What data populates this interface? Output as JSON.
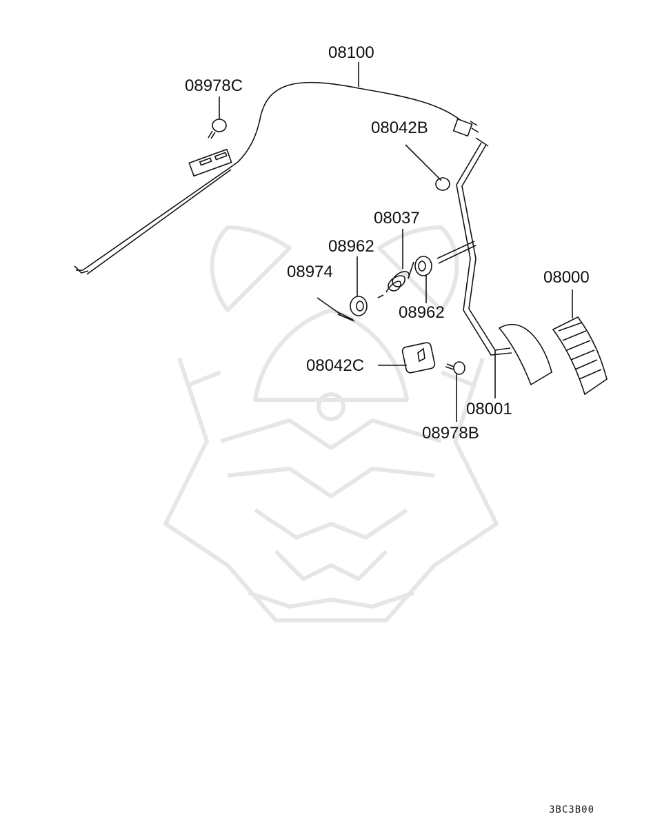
{
  "labels": {
    "cable": "08100",
    "clip_top": "08978C",
    "bushing_top": "08042B",
    "spring": "08037",
    "bushing_left": "08962",
    "bushing_right": "08962",
    "pin": "08974",
    "pad": "08000",
    "stopper": "08042C",
    "pedal_arm": "08001",
    "clip_bottom": "08978B"
  },
  "diagram_code": "3BC3B00",
  "colors": {
    "line": "#111111",
    "watermark": "#e6e6e6"
  }
}
